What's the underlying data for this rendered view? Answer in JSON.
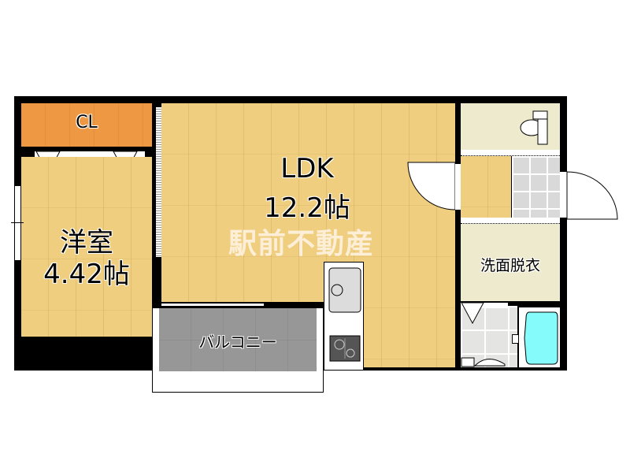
{
  "floorplan": {
    "rooms": {
      "closet": {
        "label": "CL",
        "color": "#ee9844"
      },
      "western_room": {
        "name": "洋室",
        "size": "4.42帖",
        "color": "#efce7f"
      },
      "ldk": {
        "name": "LDK",
        "size": "12.2帖",
        "color": "#efce7f"
      },
      "washroom": {
        "label": "洗面脱衣",
        "color": "#eeeacd"
      },
      "balcony": {
        "label": "バルコニー",
        "color": "#979797"
      },
      "toilet": {
        "color": "#eeeacd"
      },
      "bathroom": {
        "tub_color": "#86fbfb"
      },
      "entrance": {
        "color": "#d9d9d9"
      }
    },
    "watermark": "駅前不動産"
  }
}
